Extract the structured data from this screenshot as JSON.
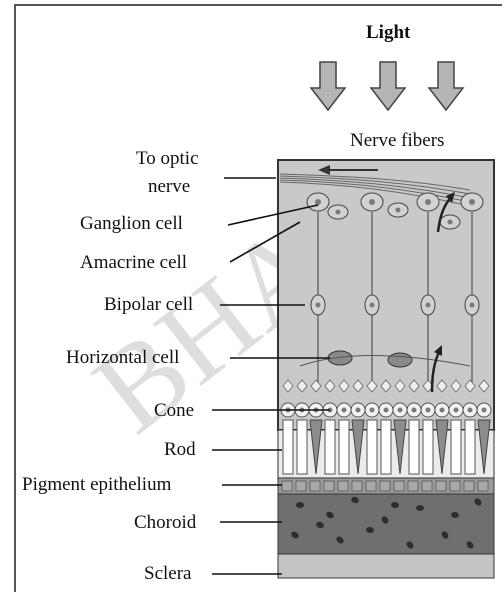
{
  "diagram": {
    "light_label": "Light",
    "nerve_fibers_label": "Nerve fibers",
    "labels": [
      {
        "key": "optic_nerve_1",
        "text": "To optic"
      },
      {
        "key": "optic_nerve_2",
        "text": "nerve"
      },
      {
        "key": "ganglion",
        "text": "Ganglion cell"
      },
      {
        "key": "amacrine",
        "text": "Amacrine cell"
      },
      {
        "key": "bipolar",
        "text": "Bipolar cell"
      },
      {
        "key": "horizontal",
        "text": "Horizontal cell"
      },
      {
        "key": "cone",
        "text": "Cone"
      },
      {
        "key": "rod",
        "text": "Rod"
      },
      {
        "key": "pigment",
        "text": "Pigment epithelium"
      },
      {
        "key": "choroid",
        "text": "Choroid"
      },
      {
        "key": "sclera",
        "text": "Sclera"
      }
    ],
    "watermark_text": "BHA",
    "colors": {
      "retina_bg": "#c9c9c9",
      "choroid": "#6f6f6f",
      "sclera": "#c4c4c4",
      "pigment": "#9a9a9a",
      "cell_fill": "#d2d2d2",
      "nucleus": "#7a7a7a",
      "arrow_fill": "#b5b5b5",
      "watermark": "#d9d9d9"
    }
  }
}
